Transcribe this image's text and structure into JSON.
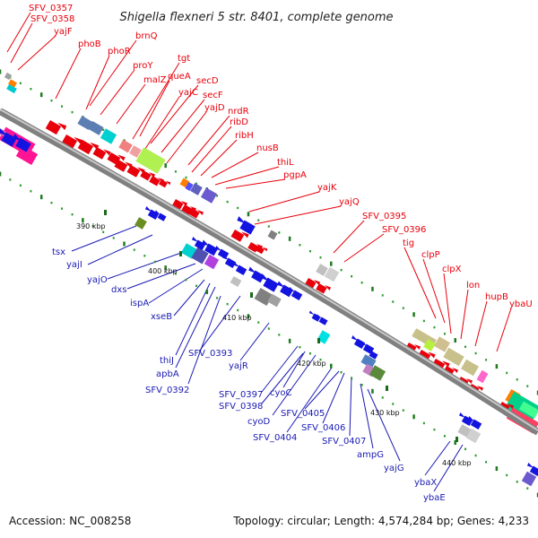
{
  "title": "Shigella flexneri 5 str. 8401, complete genome",
  "footer": {
    "accession": "Accession: NC_008258",
    "topology": "Topology: circular; Length: 4,574,284 bp; Genes: 4,233"
  },
  "ticks": [
    "390 kbp",
    "400 kbp",
    "410 kbp",
    "420 kbp",
    "430 kbp",
    "440 kbp"
  ],
  "colors": {
    "forward_labels": "#e8000b",
    "reverse_labels": "#1a1ab4",
    "backbone": "#808080"
  },
  "labels_forward": [
    "SFV_0357",
    "SFV_0358",
    "yajF",
    "phoB",
    "brnQ",
    "phoR",
    "proY",
    "tgt",
    "malZ",
    "queA",
    "secD",
    "yajC",
    "secF",
    "yajD",
    "nrdR",
    "ribD",
    "ribH",
    "nusB",
    "thiL",
    "pgpA",
    "yajK",
    "yajQ",
    "SFV_0395",
    "SFV_0396",
    "tig",
    "clpP",
    "clpX",
    "lon",
    "hupB",
    "ybaU"
  ],
  "labels_reverse": [
    "tsx",
    "yajI",
    "yajO",
    "dxs",
    "ispA",
    "xseB",
    "thiJ",
    "SFV_0393",
    "apbA",
    "yajR",
    "SFV_0392",
    "SFV_0397",
    "cyoC",
    "SFV_0398",
    "cyoD",
    "SFV_0405",
    "SFV_0406",
    "SFV_0404",
    "SFV_0407",
    "ampG",
    "yajG",
    "ybaX",
    "ybaE"
  ]
}
